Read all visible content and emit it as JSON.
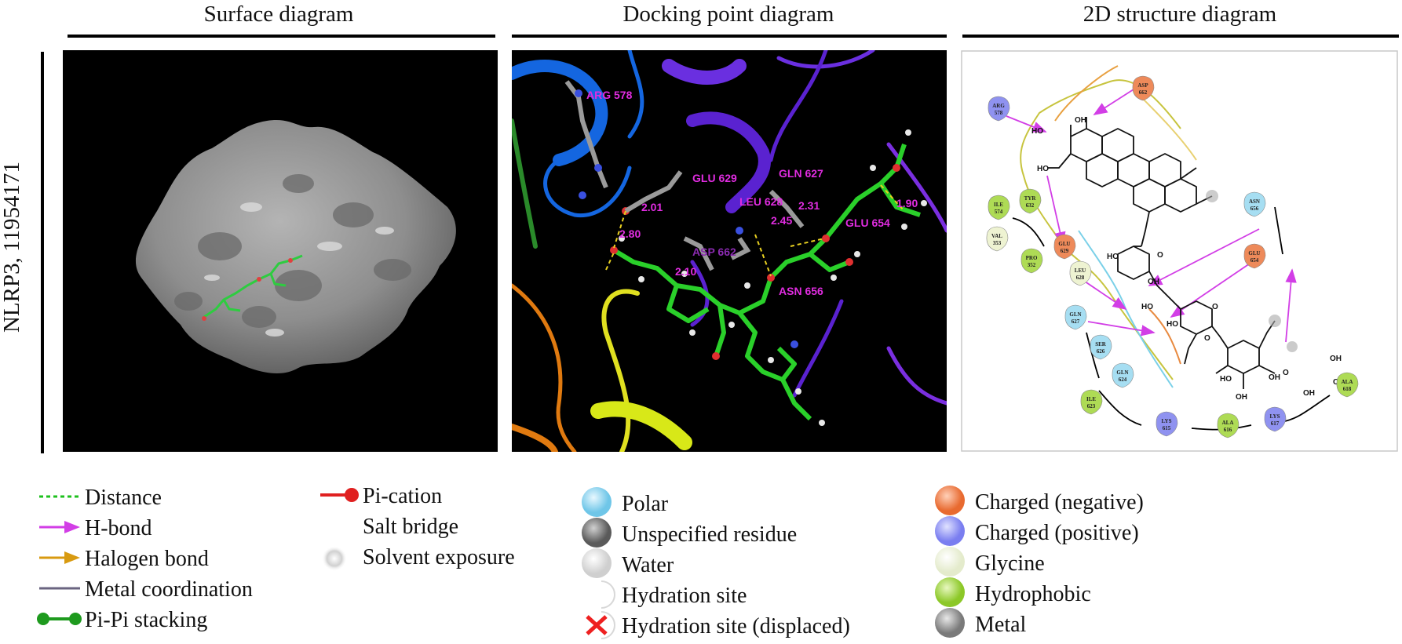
{
  "headers": {
    "surface": "Surface diagram",
    "docking": "Docking point diagram",
    "structure": "2D structure diagram"
  },
  "side_label": "NLRP3, 11954171",
  "docking_labels": {
    "arg578": "ARG 578",
    "glu629": "GLU 629",
    "gln627": "GLN 627",
    "leu628": "LEU 628",
    "glu654": "GLU 654",
    "asp662": "ASP 662",
    "asn656": "ASN 656",
    "d1": "2.01",
    "d2": "2.80",
    "d3": "2.45",
    "d4": "2.31",
    "d5": "1.90",
    "d6": "2.10"
  },
  "residues": [
    {
      "name": "ARG",
      "num": "578",
      "type": "positive"
    },
    {
      "name": "ASP",
      "num": "662",
      "type": "negative"
    },
    {
      "name": "ILE",
      "num": "574",
      "type": "hydrophobic"
    },
    {
      "name": "TYR",
      "num": "632",
      "type": "hydrophobic"
    },
    {
      "name": "VAL",
      "num": "353",
      "type": "glycine"
    },
    {
      "name": "PRO",
      "num": "352",
      "type": "hydrophobic"
    },
    {
      "name": "GLU",
      "num": "629",
      "type": "negative"
    },
    {
      "name": "LEU",
      "num": "628",
      "type": "glycine"
    },
    {
      "name": "GLN",
      "num": "627",
      "type": "polar"
    },
    {
      "name": "SER",
      "num": "626",
      "type": "polar"
    },
    {
      "name": "GLN",
      "num": "624",
      "type": "polar"
    },
    {
      "name": "ILE",
      "num": "623",
      "type": "hydrophobic"
    },
    {
      "name": "LYS",
      "num": "615",
      "type": "positive"
    },
    {
      "name": "ALA",
      "num": "616",
      "type": "hydrophobic"
    },
    {
      "name": "LYS",
      "num": "617",
      "type": "positive"
    },
    {
      "name": "ALA",
      "num": "618",
      "type": "hydrophobic"
    },
    {
      "name": "ASN",
      "num": "656",
      "type": "polar"
    },
    {
      "name": "GLU",
      "num": "654",
      "type": "negative"
    }
  ],
  "oh": "OH",
  "ho": "HO",
  "o": "O",
  "legend_lines": [
    {
      "label": "Distance",
      "kind": "distance"
    },
    {
      "label": "H-bond",
      "kind": "hbond"
    },
    {
      "label": "Halogen bond",
      "kind": "halogen"
    },
    {
      "label": "Metal coordination",
      "kind": "metal"
    },
    {
      "label": "Pi-Pi stacking",
      "kind": "pipi"
    }
  ],
  "legend_lines2": [
    {
      "label": "Pi-cation",
      "kind": "pication"
    },
    {
      "label": "Salt bridge",
      "kind": "saltbridge"
    },
    {
      "label": "Solvent exposure",
      "kind": "solvent"
    }
  ],
  "legend_residues1": [
    {
      "label": "Polar",
      "color": "#8fd3ee"
    },
    {
      "label": "Unspecified residue",
      "color": "#7a7a7a"
    },
    {
      "label": "Water",
      "color": "#e2e2e2"
    },
    {
      "label": "Hydration site",
      "color": "#ffffff"
    },
    {
      "label": "Hydration site (displaced)",
      "color": "#ffffff"
    }
  ],
  "legend_residues2": [
    {
      "label": "Charged (negative)",
      "color": "#ee7a45"
    },
    {
      "label": "Charged (positive)",
      "color": "#8f92f0"
    },
    {
      "label": "Glycine",
      "color": "#eef3dc"
    },
    {
      "label": "Hydrophobic",
      "color": "#9fd23c"
    },
    {
      "label": "Metal",
      "color": "#9a9a9a"
    }
  ],
  "colors": {
    "positive": "#8f92f0",
    "negative": "#ee8a5a",
    "hydrophobic": "#aedb55",
    "glycine": "#eef3d2",
    "polar": "#a6def2",
    "hbond": "#d23ee6",
    "distance": "#1ec01e",
    "halogen": "#d89a10",
    "metal": "#6a6480",
    "pipi": "#1e9a1e",
    "pication": "#e02020"
  }
}
